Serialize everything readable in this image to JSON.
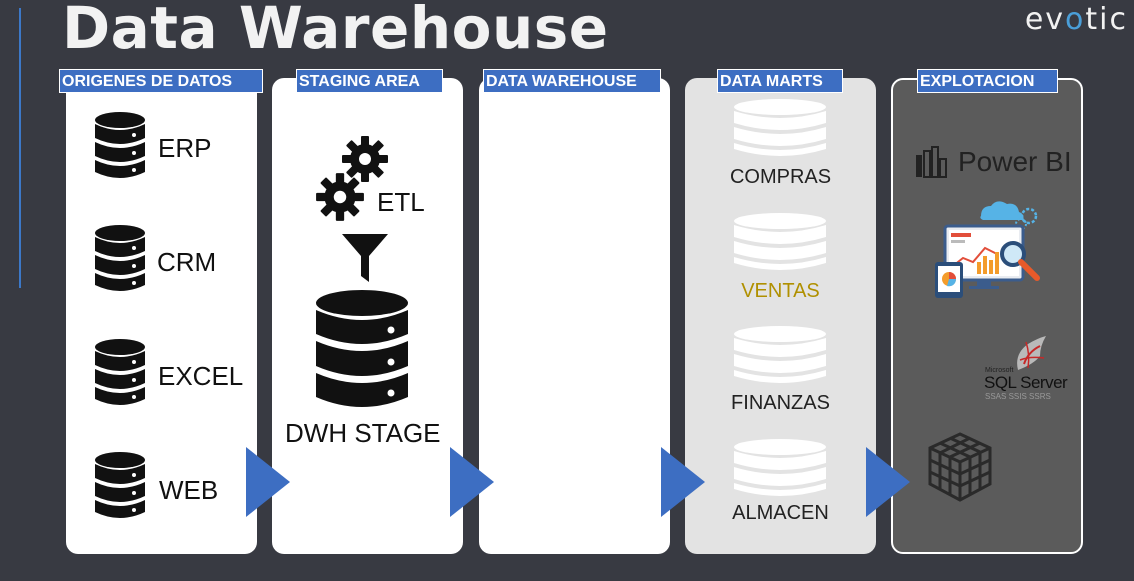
{
  "title": "Data Warehouse",
  "logo": {
    "pre": "ev",
    "o": "o",
    "post": "tic"
  },
  "headers": {
    "origenes": "ORIGENES DE DATOS",
    "staging": "STAGING AREA",
    "warehouse": "DATA WAREHOUSE",
    "marts": "DATA MARTS",
    "explotacion": "EXPLOTACION"
  },
  "sources": [
    "ERP",
    "CRM",
    "EXCEL",
    "WEB"
  ],
  "staging": {
    "etl_label": "ETL",
    "stage_label": "DWH STAGE"
  },
  "marts": [
    {
      "label": "COMPRAS",
      "color": "#222222"
    },
    {
      "label": "VENTAS",
      "color": "#b09000"
    },
    {
      "label": "FINANZAS",
      "color": "#222222"
    },
    {
      "label": "ALMACEN",
      "color": "#222222"
    }
  ],
  "tools": {
    "powerbi": "Power BI",
    "sqlserver_small": "Microsoft",
    "sqlserver": "SQL Server",
    "sqlserver_sub": "SSAS SSIS SSRS"
  },
  "colors": {
    "accent": "#3d6ec2",
    "background": "#383a42",
    "highlight": "#b09000"
  }
}
